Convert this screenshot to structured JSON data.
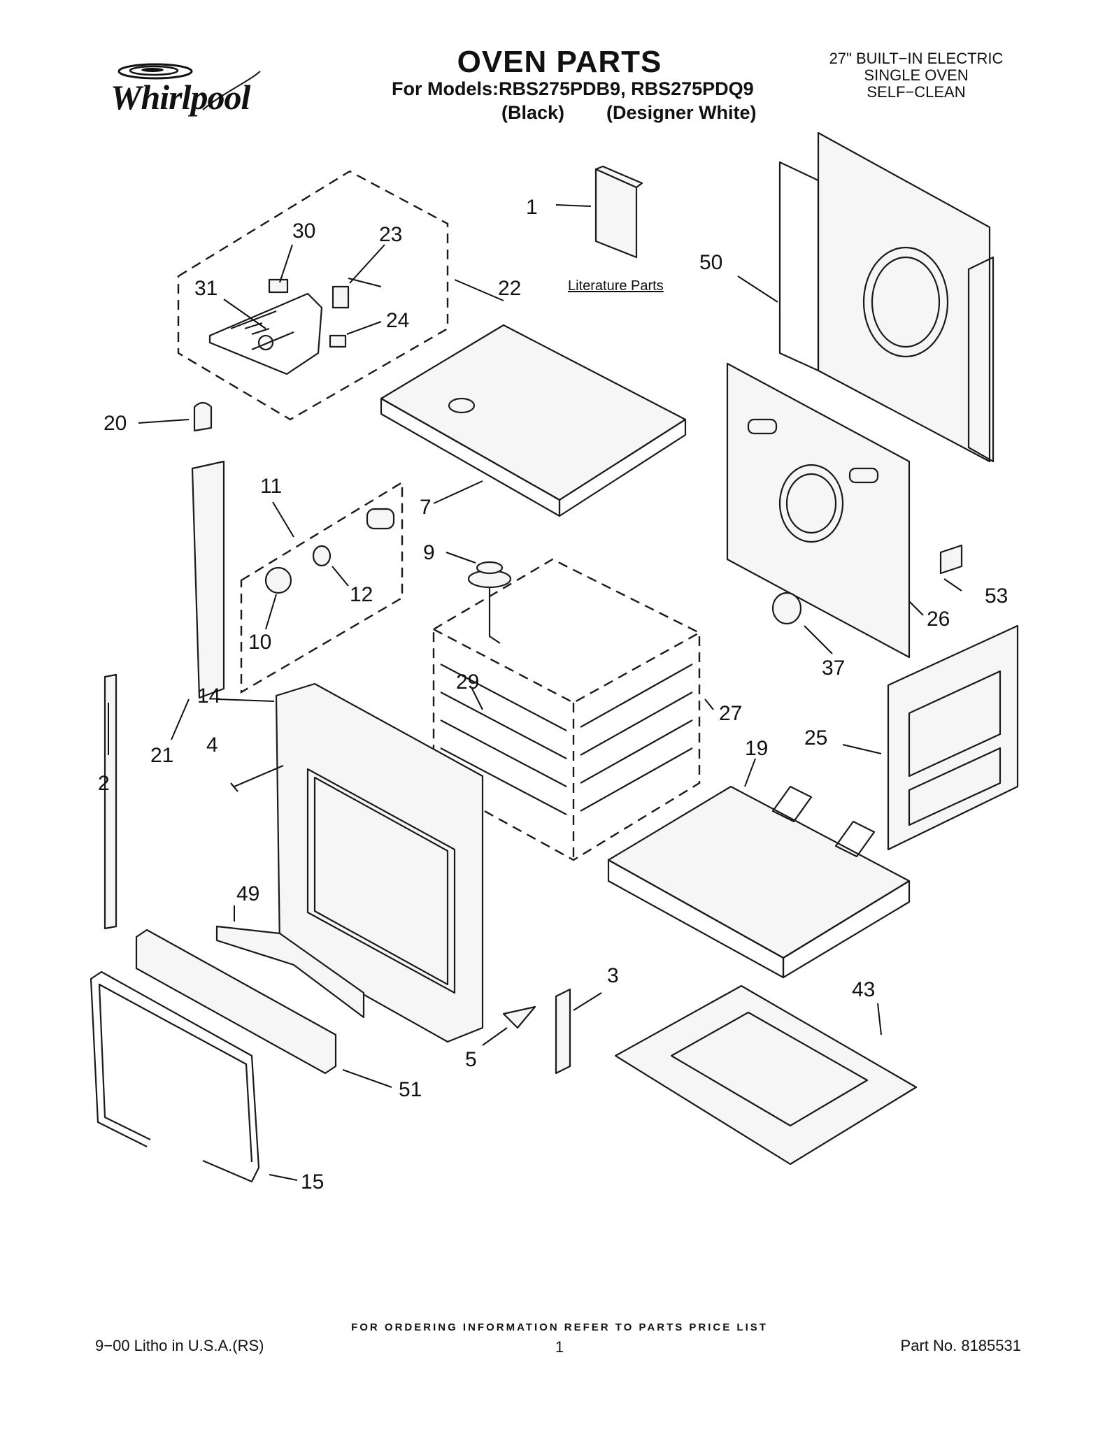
{
  "header": {
    "brand": "Whirlpool",
    "title": "OVEN PARTS",
    "models_line": "For Models:RBS275PDB9, RBS275PDQ9",
    "colors_line": "(Black)        (Designer White)",
    "spec_lines": [
      "27\" BUILT−IN ELECTRIC",
      "SINGLE OVEN",
      "SELF−CLEAN"
    ]
  },
  "diagram": {
    "literature_label": "Literature Parts",
    "callouts": [
      "1",
      "2",
      "3",
      "4",
      "5",
      "7",
      "9",
      "10",
      "11",
      "12",
      "14",
      "15",
      "19",
      "20",
      "21",
      "22",
      "23",
      "24",
      "25",
      "26",
      "27",
      "29",
      "30",
      "31",
      "37",
      "43",
      "49",
      "50",
      "51",
      "53"
    ]
  },
  "footer": {
    "ordering_note": "FOR ORDERING INFORMATION REFER TO PARTS PRICE LIST",
    "litho": "9−00 Litho in U.S.A.(RS)",
    "page_number": "1",
    "part_number": "Part No. 8185531"
  }
}
